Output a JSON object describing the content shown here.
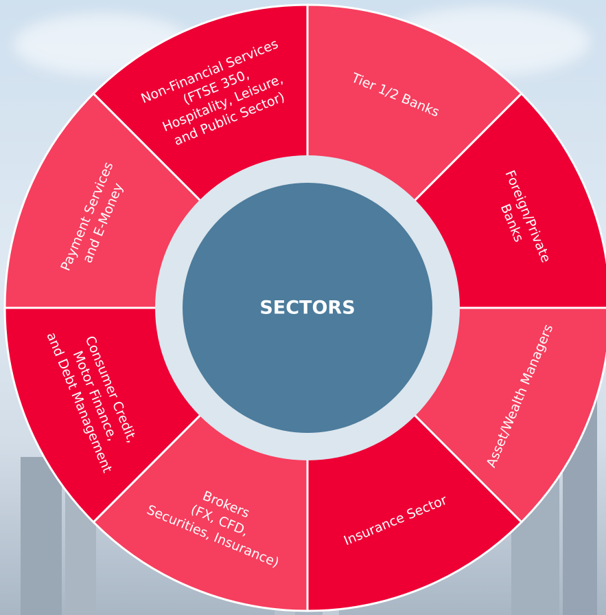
{
  "center": {
    "label": "SECTORS"
  },
  "segments": [
    {
      "id": "tier-banks",
      "lines": [
        "Tier 1/2 Banks"
      ]
    },
    {
      "id": "foreign-private-banks",
      "lines": [
        "Foreign/Private",
        "Banks"
      ]
    },
    {
      "id": "asset-wealth-managers",
      "lines": [
        "Asset/Wealth Managers"
      ]
    },
    {
      "id": "insurance-sector",
      "lines": [
        "Insurance Sector"
      ]
    },
    {
      "id": "brokers",
      "lines": [
        "Brokers",
        "(FX, CFD,",
        "Securities, Insurance)"
      ]
    },
    {
      "id": "consumer-credit",
      "lines": [
        "Consumer Credit,",
        "Motor Finance,",
        "and Debt Management"
      ]
    },
    {
      "id": "payment-services",
      "lines": [
        "Payment Services",
        "and E-Money"
      ]
    },
    {
      "id": "non-financial-services",
      "lines": [
        "Non-Financial Services",
        "(FTSE 350,",
        "Hospitality, Leisure,",
        "and Public Sector)"
      ]
    }
  ],
  "colors": {
    "segment_light": "#f63e5e",
    "segment_dark": "#ee0035",
    "ring": "#dce6ee",
    "center": "#4d7c9c",
    "divider": "#ffffff"
  }
}
